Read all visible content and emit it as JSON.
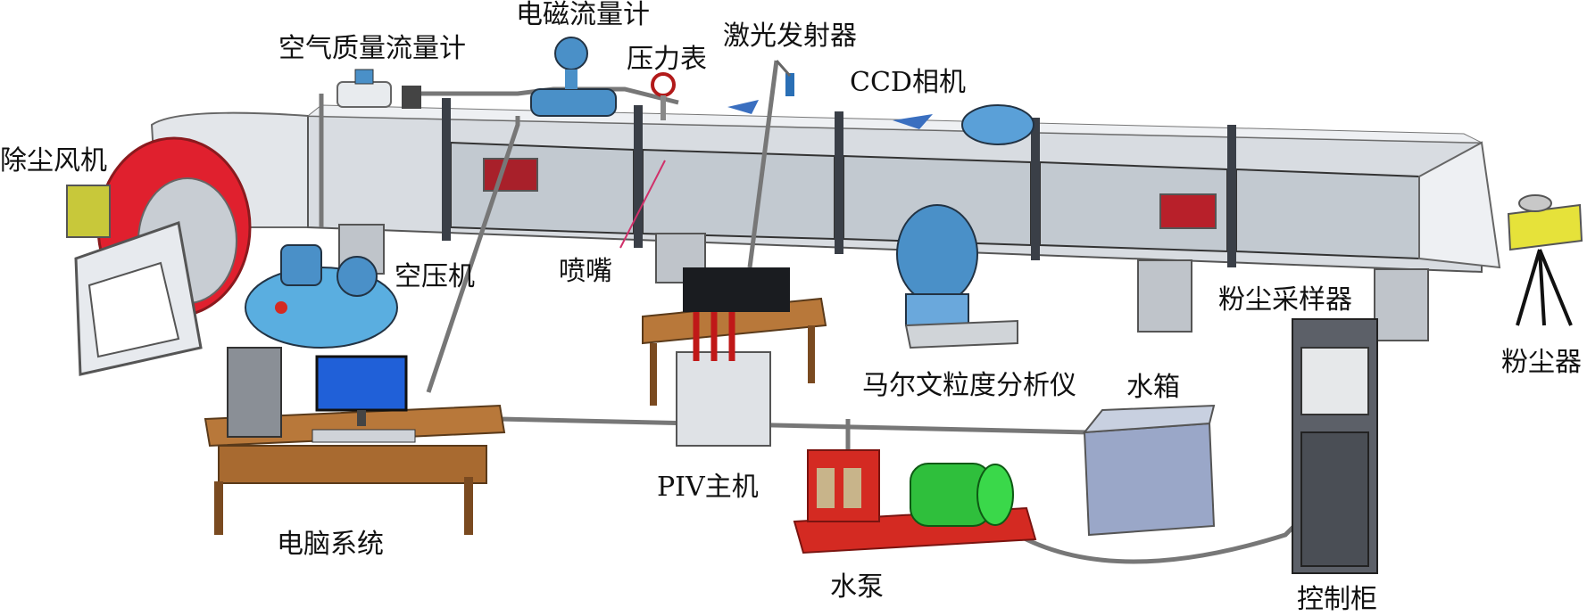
{
  "labels": {
    "air_mass_flowmeter": "空气质量流量计",
    "em_flowmeter": "电磁流量计",
    "pressure_gauge": "压力表",
    "laser_emitter": "激光发射器",
    "ccd_camera": "CCD相机",
    "dust_fan": "除尘风机",
    "air_compressor": "空压机",
    "nozzle": "喷嘴",
    "dust_sampler": "粉尘采样器",
    "dust_generator": "粉尘器",
    "malvern_analyzer": "马尔文粒度分析仪",
    "water_tank": "水箱",
    "piv_host": "PIV主机",
    "computer_system": "电脑系统",
    "water_pump": "水泵",
    "control_cabinet": "控制柜"
  },
  "colors": {
    "duct": "#d9dde2",
    "duct_frame": "#3a3f47",
    "fan_red": "#e0202e",
    "blue_equipment": "#4a90c8",
    "table_wood": "#b8783a",
    "pump_red": "#d42a22",
    "motor_green": "#2fbf3c",
    "yellow": "#e6e23a"
  }
}
